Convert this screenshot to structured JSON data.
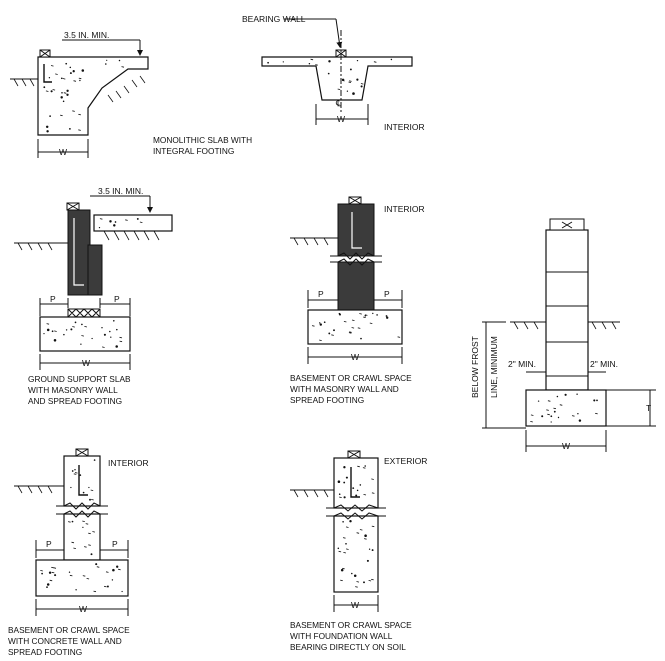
{
  "labels": {
    "bearing_wall": "BEARING WALL",
    "min_35_top": "3.5 IN. MIN.",
    "min_35_mid": "3.5 IN. MIN.",
    "interior_1": "INTERIOR",
    "interior_2": "INTERIOR",
    "interior_3": "INTERIOR",
    "exterior": "EXTERIOR",
    "frost_line_1": "BELOW FROST",
    "frost_line_2": "LINE, MINIMUM",
    "two_in_min_left": "2\" MIN.",
    "two_in_min_right": "2\" MIN.",
    "centerline": "℄"
  },
  "dims": {
    "w": "W",
    "p": "P",
    "t": "T"
  },
  "captions": {
    "mono_1": "MONOLITHIC SLAB WITH",
    "mono_2": "INTEGRAL FOOTING",
    "ground_1": "GROUND SUPPORT SLAB",
    "ground_2": "WITH MASONRY WALL",
    "ground_3": "AND SPREAD FOOTING",
    "bmas_1": "BASEMENT OR CRAWL SPACE",
    "bmas_2": "WITH MASONRY WALL AND",
    "bmas_3": "SPREAD FOOTING",
    "bconc_1": "BASEMENT OR CRAWL SPACE",
    "bconc_2": "WITH CONCRETE WALL AND",
    "bconc_3": "SPREAD FOOTING",
    "bsoil_1": "BASEMENT OR CRAWL SPACE",
    "bsoil_2": "WITH FOUNDATION WALL",
    "bsoil_3": "BEARING DIRECTLY ON SOIL"
  }
}
